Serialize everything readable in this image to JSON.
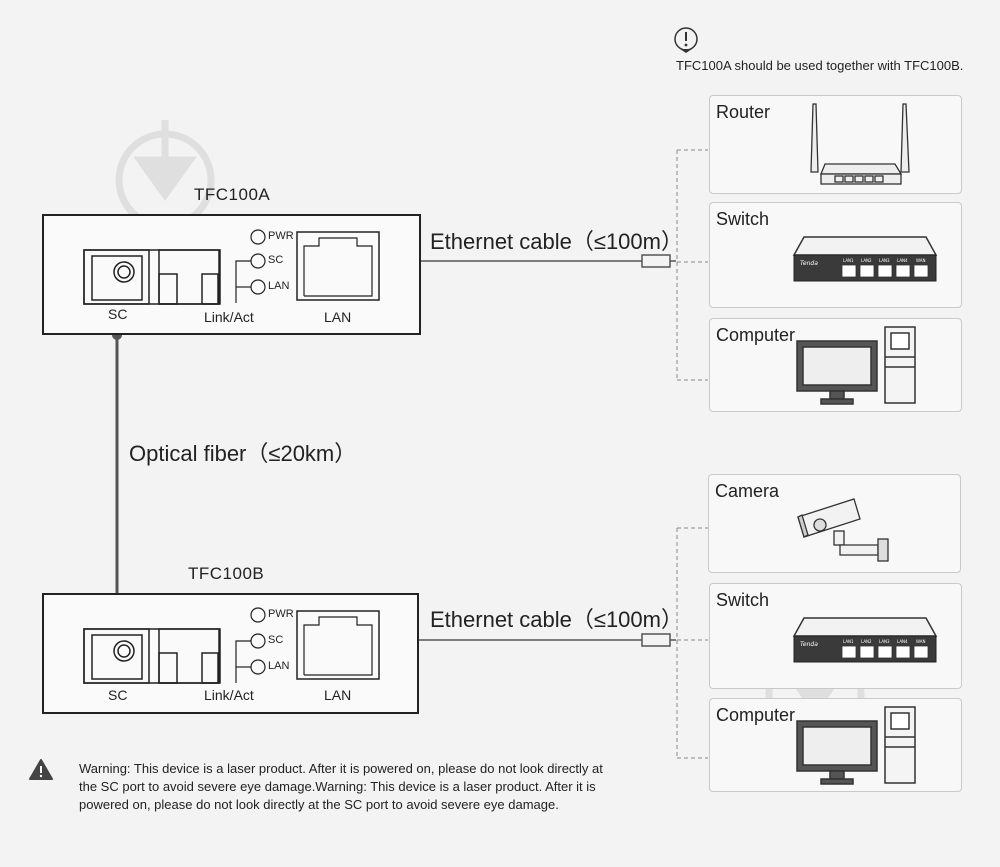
{
  "note": {
    "text": "TFC100A should be used together with TFC100B."
  },
  "device_a": {
    "title": "TFC100A",
    "sc_label": "SC",
    "linkact_label": "Link/Act",
    "lan_label": "LAN",
    "leds": [
      "PWR",
      "SC",
      "LAN"
    ]
  },
  "device_b": {
    "title": "TFC100B",
    "sc_label": "SC",
    "linkact_label": "Link/Act",
    "lan_label": "LAN",
    "leds": [
      "PWR",
      "SC",
      "LAN"
    ]
  },
  "cable_a": {
    "label": "Ethernet cable（≤100m）"
  },
  "cable_b": {
    "label": "Ethernet cable（≤100m）"
  },
  "fiber": {
    "label": "Optical fiber（≤20km）"
  },
  "group_a": [
    {
      "label": "Router",
      "icon": "router-icon"
    },
    {
      "label": "Switch",
      "icon": "switch-icon"
    },
    {
      "label": "Computer",
      "icon": "computer-icon"
    }
  ],
  "group_b": [
    {
      "label": "Camera",
      "icon": "camera-icon"
    },
    {
      "label": "Switch",
      "icon": "switch-icon"
    },
    {
      "label": "Computer",
      "icon": "computer-icon"
    }
  ],
  "switch_ports": [
    "LAN1",
    "LAN2",
    "LAN3",
    "LAN4",
    "WAN"
  ],
  "switch_brand": "Tenda",
  "warning": {
    "text": "Warning: This device is a laser product. After it is powered on, please do not look directly at the SC port to avoid severe eye damage.Warning: This device is a laser product. After it is powered on, please do not look directly at the SC port to avoid severe eye damage."
  }
}
